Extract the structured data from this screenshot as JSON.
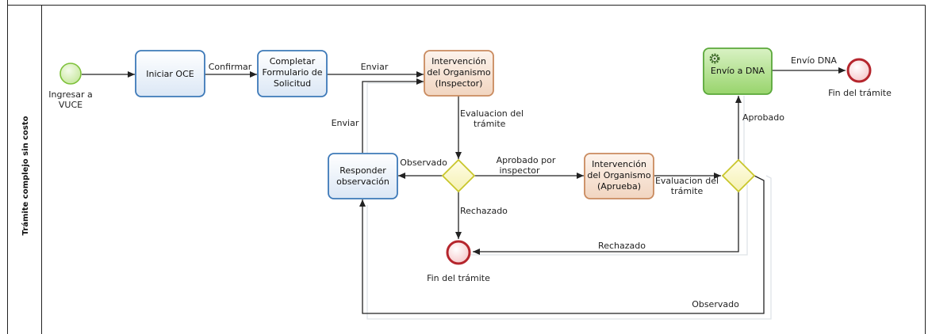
{
  "pool": {
    "lane_label": "Trámite complejo sin costo"
  },
  "colors": {
    "task_blue_stroke": "#3d79b8",
    "task_orange_stroke": "#c98a5e",
    "task_green_stroke": "#5aa83a",
    "start_event": "#7ec13a",
    "end_event": "#b5262d",
    "gateway": "#c9c62c"
  },
  "events": {
    "start_label": [
      "Ingresar a",
      "VUCE"
    ],
    "end_top_label": "Fin del trámite",
    "end_mid_label": "Fin del trámite"
  },
  "tasks": {
    "iniciar_oce": [
      "Iniciar OCE"
    ],
    "completar": [
      "Completar",
      "Formulario de",
      "Solicitud"
    ],
    "intervencion_inspector": [
      "Intervención",
      "del Organismo",
      "(Inspector)"
    ],
    "responder": [
      "Responder",
      "observación"
    ],
    "intervencion_aprueba": [
      "Intervención",
      "del Organismo",
      "(Aprueba)"
    ],
    "envio_dna": [
      "Envío a DNA"
    ]
  },
  "flows": {
    "confirmar": "Confirmar",
    "enviar_top": "Enviar",
    "enviar_left": "Enviar",
    "evaluacion_1": [
      "Evaluacion del",
      "trámite"
    ],
    "observado_1": "Observado",
    "aprobado_por_inspector": [
      "Aprobado por",
      "inspector"
    ],
    "rechazado_1": "Rechazado",
    "evaluacion_2": [
      "Evaluacion del",
      "trámite"
    ],
    "aprobado": "Aprobado",
    "envio_dna": "Envío DNA",
    "rechazado_2": "Rechazado",
    "observado_2": "Observado"
  }
}
